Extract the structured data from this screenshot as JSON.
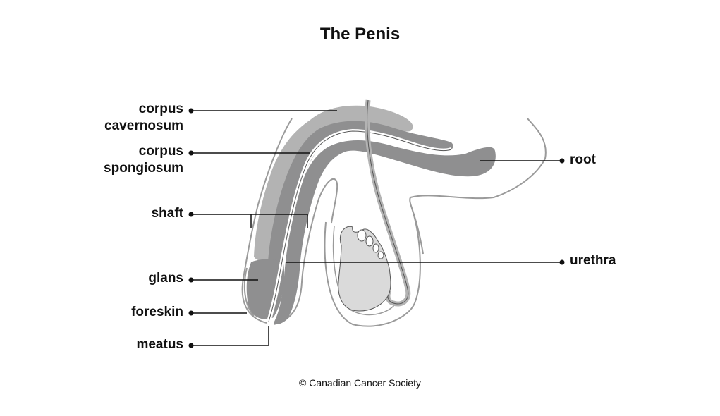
{
  "title": "The Penis",
  "labels": {
    "corpus_cavernosum": [
      "corpus",
      "cavernosum"
    ],
    "corpus_spongiosum": [
      "corpus",
      "spongiosum"
    ],
    "shaft": "shaft",
    "glans": "glans",
    "foreskin": "foreskin",
    "meatus": "meatus",
    "root": "root",
    "urethra": "urethra"
  },
  "copyright": "© Canadian Cancer Society",
  "colors": {
    "cavernosum": "#b3b3b3",
    "spongiosum": "#8f8f90",
    "testis": "#dadada",
    "outline": "#9a9a9a",
    "leader": "#111111"
  }
}
